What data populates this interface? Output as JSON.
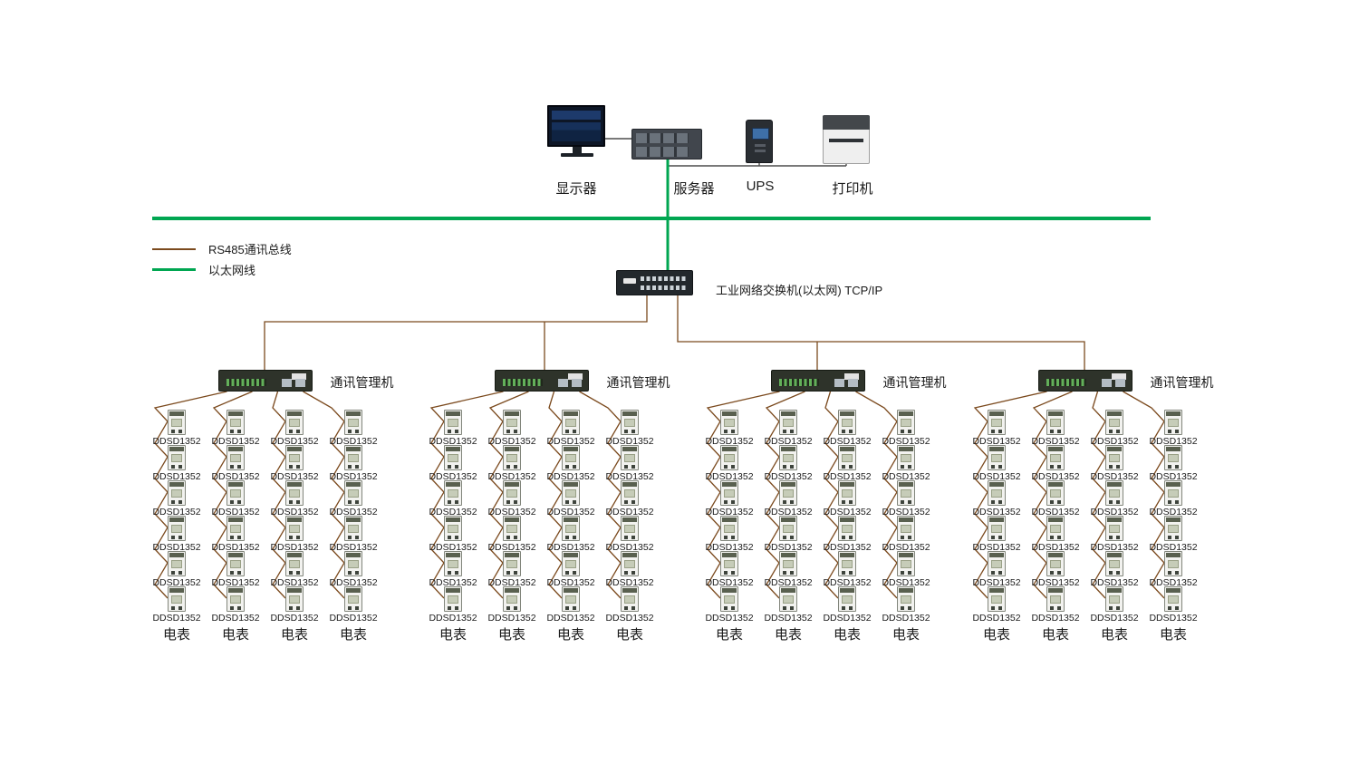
{
  "devices": {
    "monitor": {
      "label": "显示器"
    },
    "server": {
      "label": "服务器"
    },
    "ups": {
      "label": "UPS"
    },
    "printer": {
      "label": "打印机"
    }
  },
  "legend": {
    "items": [
      {
        "id": "rs485",
        "label": "RS485通讯总线",
        "color": "#7B4A1E"
      },
      {
        "id": "ethernet",
        "label": "以太网线",
        "color": "#00A651"
      }
    ]
  },
  "switch": {
    "label": "工业网络交换机(以太网) TCP/IP"
  },
  "colors": {
    "rs485_line": "#7B4A1E",
    "ethernet_line": "#00A651",
    "connector_line": "#4d4d4d"
  },
  "groups": [
    {
      "manager_label": "通讯管理机",
      "columns": [
        {
          "meter_model": "DDSD1352",
          "meter_count": 6,
          "bottom_label": "电表"
        },
        {
          "meter_model": "DDSD1352",
          "meter_count": 6,
          "bottom_label": "电表"
        },
        {
          "meter_model": "DDSD1352",
          "meter_count": 6,
          "bottom_label": "电表"
        },
        {
          "meter_model": "DDSD1352",
          "meter_count": 6,
          "bottom_label": "电表"
        }
      ]
    },
    {
      "manager_label": "通讯管理机",
      "columns": [
        {
          "meter_model": "DDSD1352",
          "meter_count": 6,
          "bottom_label": "电表"
        },
        {
          "meter_model": "DDSD1352",
          "meter_count": 6,
          "bottom_label": "电表"
        },
        {
          "meter_model": "DDSD1352",
          "meter_count": 6,
          "bottom_label": "电表"
        },
        {
          "meter_model": "DDSD1352",
          "meter_count": 6,
          "bottom_label": "电表"
        }
      ]
    },
    {
      "manager_label": "通讯管理机",
      "columns": [
        {
          "meter_model": "DDSD1352",
          "meter_count": 6,
          "bottom_label": "电表"
        },
        {
          "meter_model": "DDSD1352",
          "meter_count": 6,
          "bottom_label": "电表"
        },
        {
          "meter_model": "DDSD1352",
          "meter_count": 6,
          "bottom_label": "电表"
        },
        {
          "meter_model": "DDSD1352",
          "meter_count": 6,
          "bottom_label": "电表"
        }
      ]
    },
    {
      "manager_label": "通讯管理机",
      "columns": [
        {
          "meter_model": "DDSD1352",
          "meter_count": 6,
          "bottom_label": "电表"
        },
        {
          "meter_model": "DDSD1352",
          "meter_count": 6,
          "bottom_label": "电表"
        },
        {
          "meter_model": "DDSD1352",
          "meter_count": 6,
          "bottom_label": "电表"
        },
        {
          "meter_model": "DDSD1352",
          "meter_count": 6,
          "bottom_label": "电表"
        }
      ]
    }
  ]
}
